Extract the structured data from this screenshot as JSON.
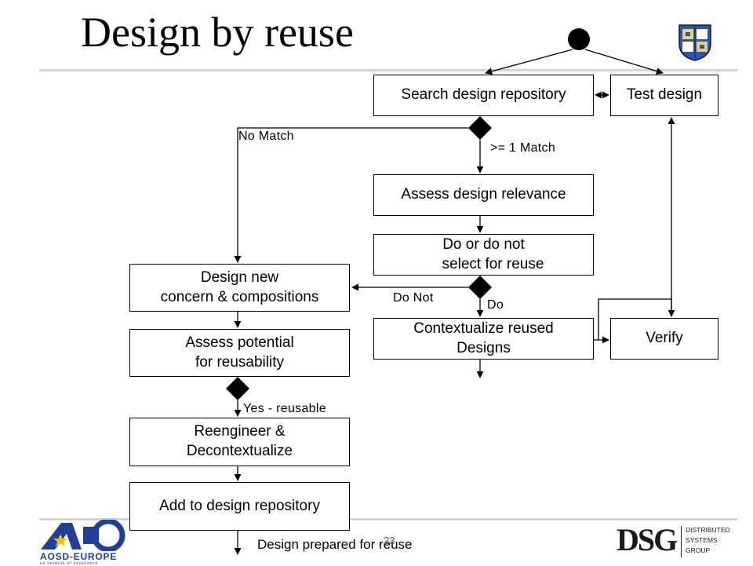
{
  "slide": {
    "title": "Design by reuse",
    "page_number": "23"
  },
  "nodes": {
    "search": "Search design repository",
    "test": "Test design",
    "assess_relevance": "Assess design relevance",
    "select_line1": "Do or do not",
    "select_line2": "select for reuse",
    "design_new_line1": "Design new",
    "design_new_line2": "concern & compositions",
    "contextualize_line1": "Contextualize reused",
    "contextualize_line2": "Designs",
    "verify": "Verify",
    "assess_potential_line1": "Assess potential",
    "assess_potential_line2": "for reusability",
    "reengineer_line1": "Reengineer &",
    "reengineer_line2": "Decontextualize",
    "add_repo": "Add to design repository"
  },
  "edge_labels": {
    "no_match": "No Match",
    "match": ">= 1 Match",
    "do_not": "Do Not",
    "do": "Do",
    "yes_reusable": "Yes - reusable",
    "final": "Design prepared for reuse"
  },
  "logos": {
    "aosd_name": "AOSD-EUROPE",
    "aosd_tagline": "eu network of excellence",
    "dsg_mark": "DSG",
    "dsg_line1": "DISTRIBUTED",
    "dsg_line2": "SYSTEMS",
    "dsg_line3": "GROUP"
  },
  "colors": {
    "aosd_blue": "#1f3f99",
    "aosd_star": "#f2c300",
    "crest_blue": "#2a55b8"
  }
}
